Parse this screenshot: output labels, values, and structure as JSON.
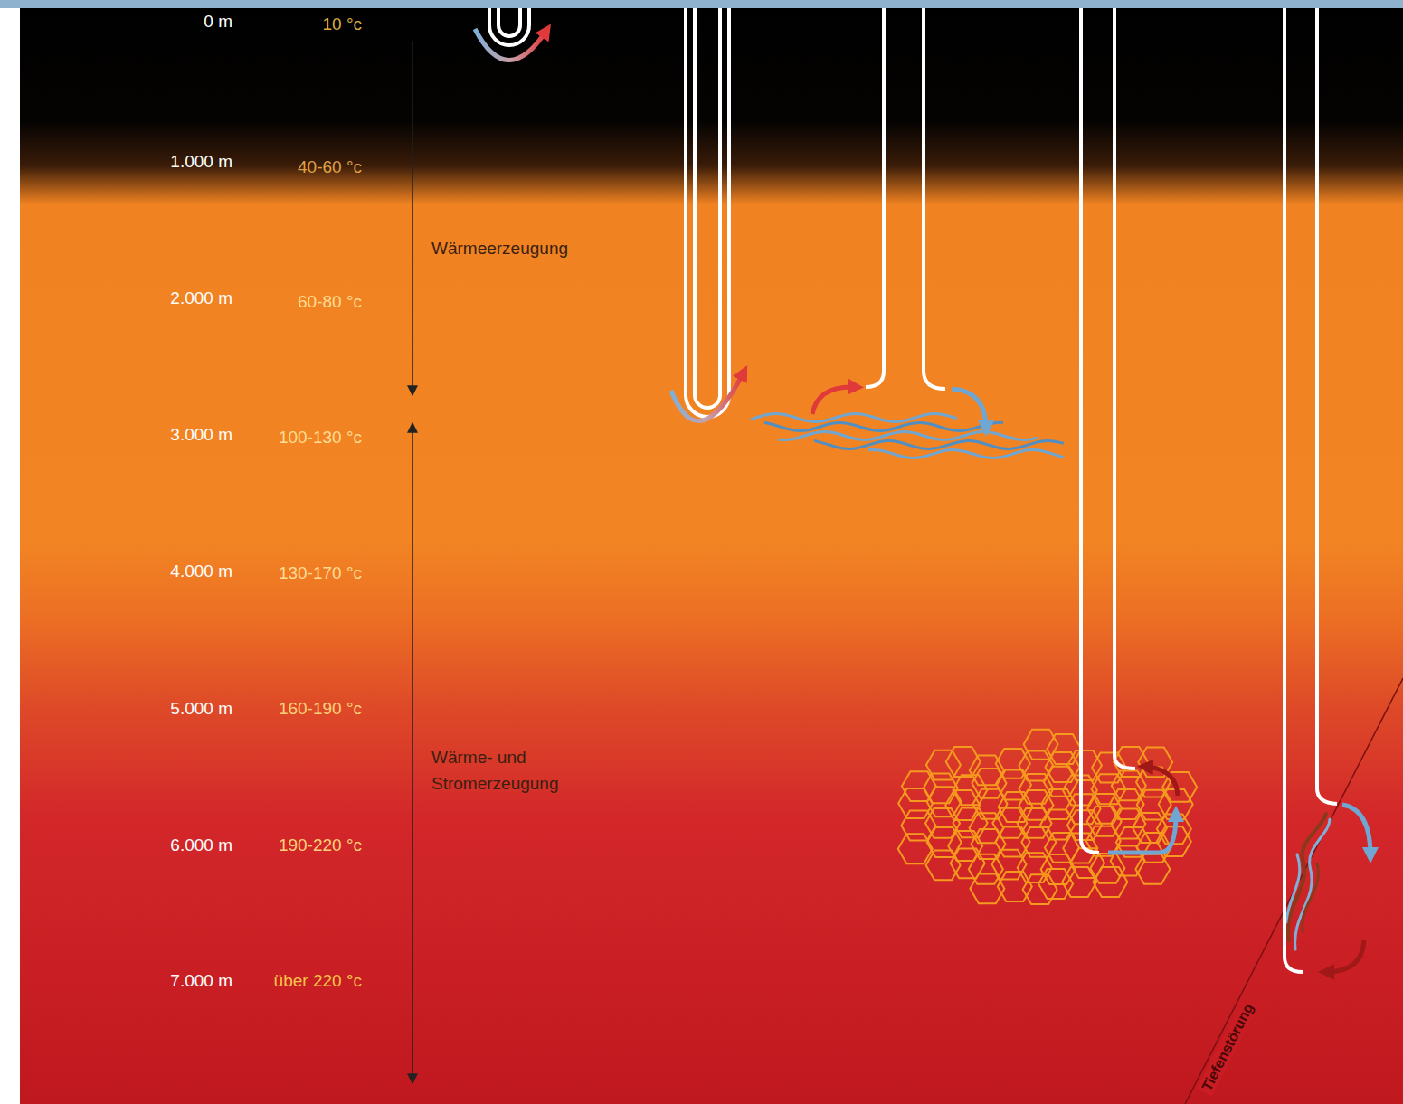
{
  "diagram": {
    "labels": [
      "0 m",
      "10 °c",
      "1.000 m",
      "40-60 °c",
      "2.000 m",
      "60-80 °c",
      "3.000 m",
      "100-130 °c",
      "4.000 m",
      "130-170 °c",
      "5.000 m",
      "160-190 °c",
      "6.000 m",
      "190-220 °c",
      "7.000 m",
      "über 220 °c",
      "Wärmeerzeugung",
      "Wärme- und Stromerzeugung",
      "Tiefenstörung"
    ]
  }
}
